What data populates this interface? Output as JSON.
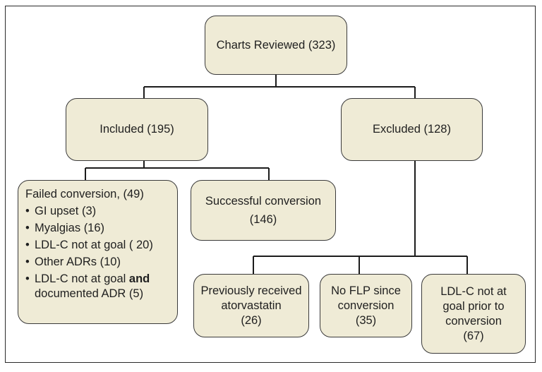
{
  "chart": {
    "root": "Charts Reviewed (323)",
    "included": "Included (195)",
    "excluded": "Excluded (128)",
    "failed": {
      "title": "Failed conversion, (49)",
      "items": [
        "GI upset (3)",
        "Myalgias (16)",
        "LDL-C not at goal ( 20)",
        "Other ADRs (10)"
      ],
      "last_item": {
        "part1": "LDL-C not at goal ",
        "bold": "and",
        "part2": "documented ADR (5)"
      }
    },
    "successful": {
      "line1": "Successful conversion",
      "line2": "(146)"
    },
    "previously": {
      "line1": "Previously received",
      "line2": "atorvastatin",
      "line3": "(26)"
    },
    "no_flp": {
      "line1": "No FLP since",
      "line2": "conversion",
      "line3": "(35)"
    },
    "ldl_not_goal": {
      "line1": "LDL-C not at",
      "line2": "goal prior to",
      "line3": "conversion",
      "line4": "(67)"
    }
  }
}
